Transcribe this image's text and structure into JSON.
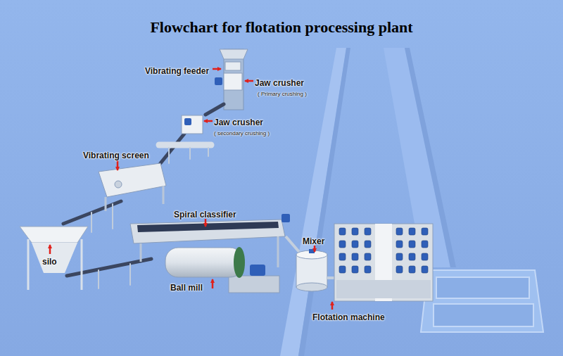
{
  "diagram": {
    "title": "Flowchart for flotation processing plant",
    "labels": [
      "Vibrating feeder",
      "Jaw crusher",
      "( Primary crushing )",
      "Jaw crusher",
      "( secondary crushing )",
      "Vibrating screen",
      "Spiral classifier",
      "silo",
      "Ball mill",
      "Mixer",
      "Flotation machine"
    ]
  }
}
